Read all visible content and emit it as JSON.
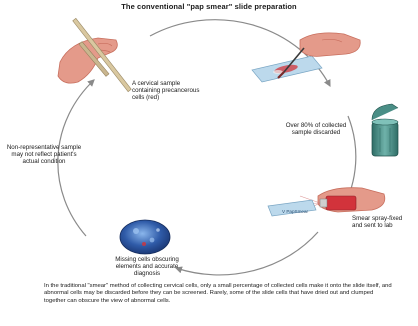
{
  "title": "The conventional \"pap smear\" slide preparation",
  "labels": {
    "sample": "A cervical sample containing precancerous cells (red)",
    "discarded": "Over 80% of collected sample discarded",
    "fixed": "Smear spray-fixed and sent to lab",
    "missing": "Missing cells obscuring elements and accurate diagnosis",
    "nonrep": "Non-representative sample may not reflect patient's actual condition",
    "slide": "V PapSmear"
  },
  "caption": "In the traditional \"smear\" method of collecting cervical cells, only a small percentage of collected cells make it onto the slide itself, and abnormal cells may be discarded before they can be screened. Rarely, some of the slide cells that have dried out and clumped together can obscure the view of abnormal cells.",
  "colors": {
    "skin": "#e49a8a",
    "skin_dark": "#c86f5e",
    "slide": "#bcd9ec",
    "cells_red": "#d2333b",
    "microscope": "#2f5ba8",
    "can": "#4a8e86",
    "arrow": "#8a8a8a"
  },
  "icons": [
    "hand-with-spatula-icon",
    "hand-with-brush-icon",
    "glass-slide-icon",
    "trash-can-icon",
    "spray-can-icon",
    "microscope-view-icon"
  ]
}
